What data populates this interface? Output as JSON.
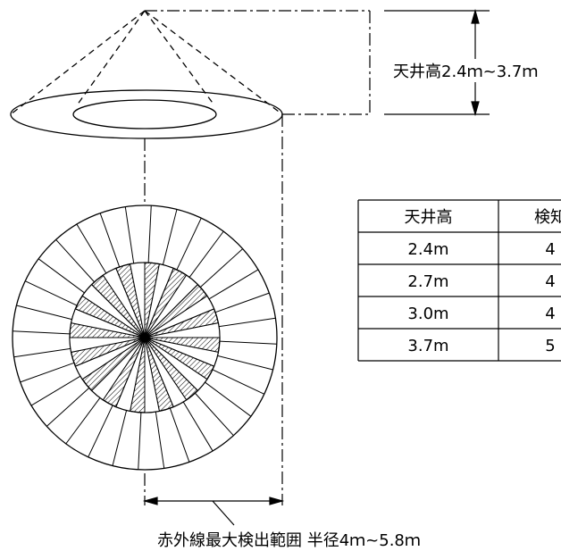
{
  "diagram": {
    "height_label": "天井高2.4ｍ~3.7ｍ",
    "range_label": "赤外線最大検出範囲 半径4ｍ~5.8ｍ"
  },
  "table": {
    "headers": [
      "天井高",
      "検知"
    ],
    "rows": [
      [
        "2.4m",
        "4"
      ],
      [
        "2.7m",
        "4"
      ],
      [
        "3.0m",
        "4"
      ],
      [
        "3.7m",
        "5"
      ]
    ]
  },
  "colors": {
    "line": "#000000",
    "background": "#ffffff"
  }
}
